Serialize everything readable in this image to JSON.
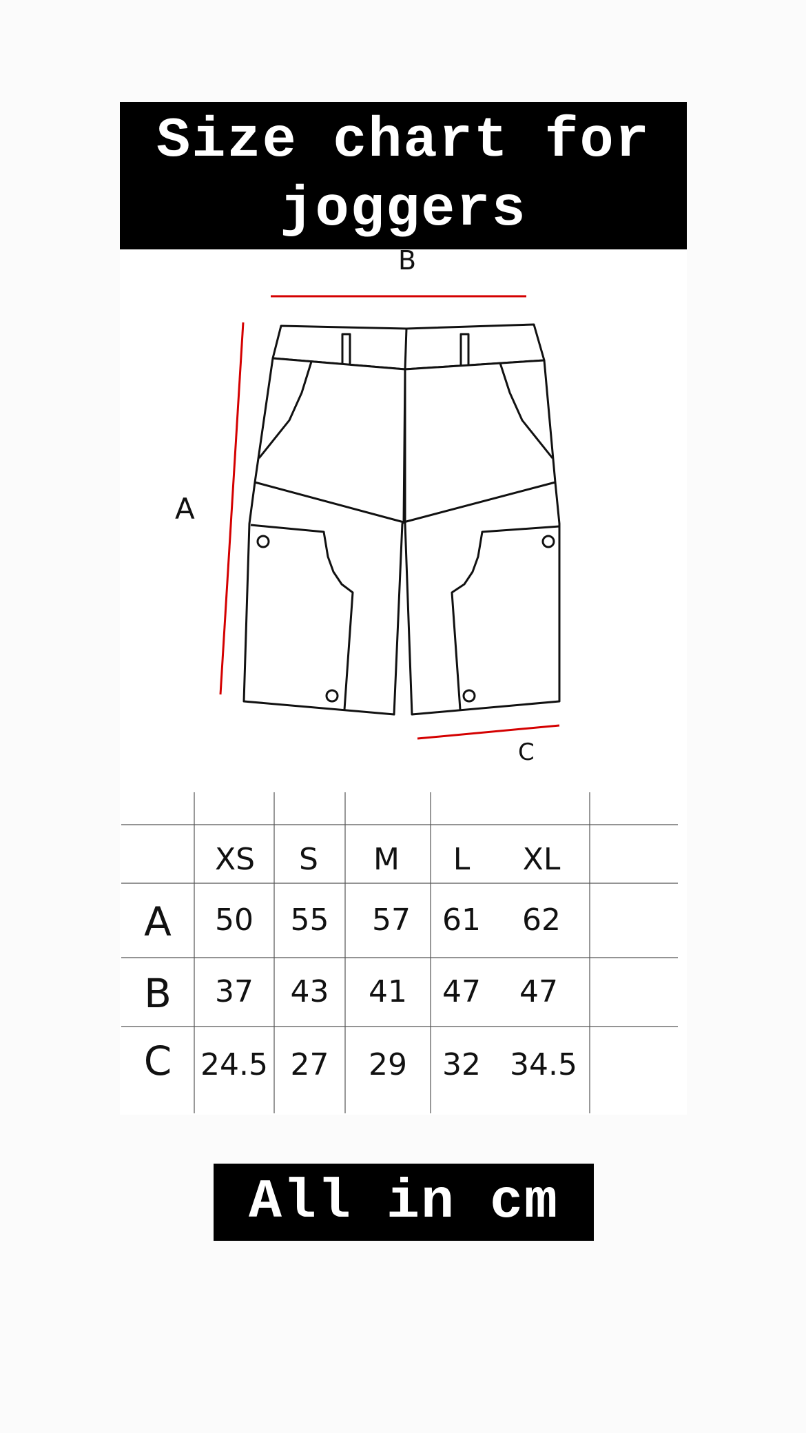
{
  "title": "Size chart for joggers",
  "diagram": {
    "label_a": "A",
    "label_b": "B",
    "label_c": "C",
    "measure_line_color": "#d40000",
    "icon": "shorts-outline-icon"
  },
  "table": {
    "sizes": [
      "XS",
      "S",
      "M",
      "L",
      "XL"
    ],
    "rows": [
      {
        "label": "A",
        "values": [
          "50",
          "55",
          "57",
          "61",
          "62"
        ]
      },
      {
        "label": "B",
        "values": [
          "37",
          "43",
          "41",
          "47",
          "47"
        ]
      },
      {
        "label": "C",
        "values": [
          "24.5",
          "27",
          "29",
          "32",
          "34.5"
        ]
      }
    ]
  },
  "footer": "All in cm"
}
